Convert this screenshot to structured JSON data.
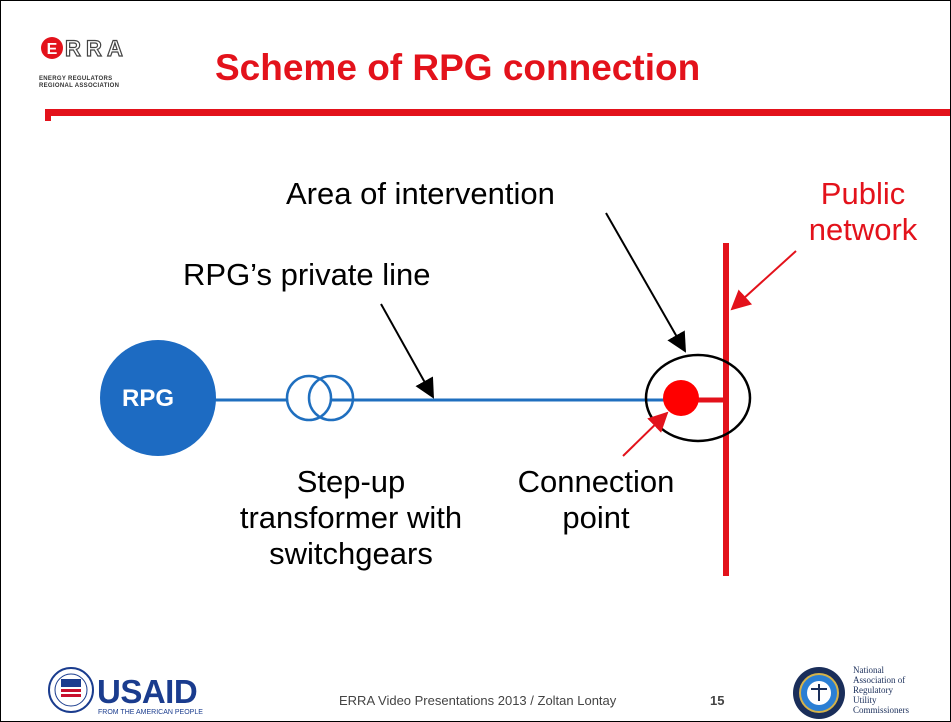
{
  "header": {
    "logo_letters": "ERRA",
    "logo_sub_line1": "ENERGY REGULATORS",
    "logo_sub_line2": "REGIONAL ASSOCIATION",
    "title": "Scheme of RPG connection"
  },
  "diagram": {
    "rpg_label": "RPG",
    "private_line_label": "RPG’s private line",
    "intervention_label": "Area of intervention",
    "public_network_line1": "Public",
    "public_network_line2": "network",
    "transformer_line1": "Step-up",
    "transformer_line2": "transformer with",
    "transformer_line3": "switchgears",
    "connection_line1": "Connection",
    "connection_line2": "point",
    "colors": {
      "red": "#e3121b",
      "blue": "#1f6fbf",
      "rpg_fill": "#1d6bc2"
    }
  },
  "footer": {
    "usaid_word": "USAID",
    "usaid_tagline": "FROM THE AMERICAN PEOPLE",
    "presentation": "ERRA Video Presentations 2013 / Zoltan Lontay",
    "page_number": "15",
    "naruc_lines": [
      "National",
      "Association of",
      "Regulatory",
      "Utility",
      "Commissioners"
    ]
  }
}
